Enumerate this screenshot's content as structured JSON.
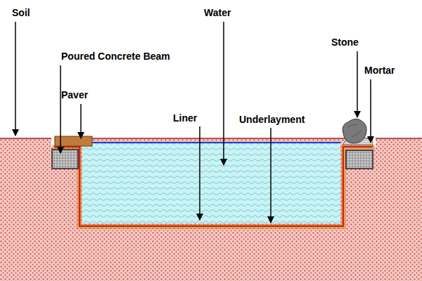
{
  "diagram": {
    "labels": [
      "Soil",
      "Water",
      "Poured Concrete Beam",
      "Paver",
      "Stone",
      "Mortar",
      "Liner",
      "Underlayment"
    ]
  }
}
